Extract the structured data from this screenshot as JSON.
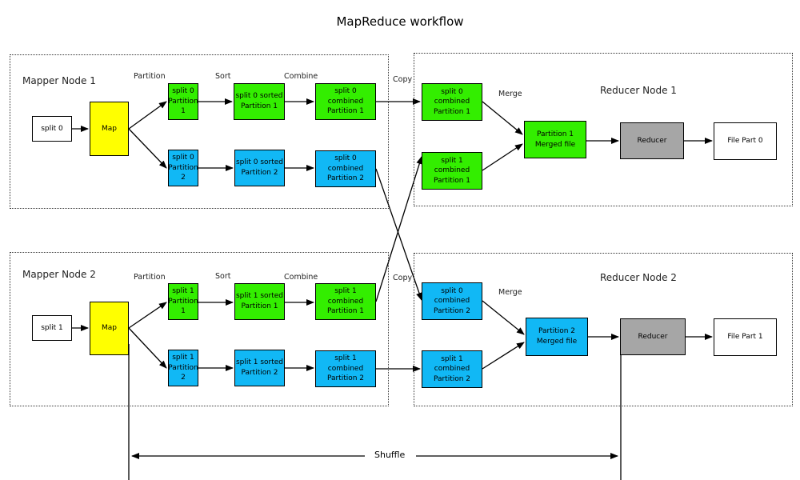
{
  "title": "MapReduce workflow",
  "colors": {
    "input": "#ffffff",
    "map": "#ffff00",
    "partition1": "#33ee00",
    "partition2": "#11b8f5",
    "reducer": "#a6a6a6",
    "output": "#ffffff"
  },
  "regions": {
    "mapper1": "Mapper Node 1",
    "mapper2": "Mapper Node 2",
    "reducer1": "Reducer Node 1",
    "reducer2": "Reducer Node 2"
  },
  "stages": {
    "partition": "Partition",
    "sort": "Sort",
    "combine": "Combine",
    "copy": "Copy",
    "merge": "Merge",
    "shuffle": "Shuffle"
  },
  "mapper1": {
    "split": "split 0",
    "map": "Map",
    "p1": "split 0\nPartition 1",
    "p2": "split 0\nPartition 2",
    "s1": "split 0 sorted\nPartition 1",
    "s2": "split 0 sorted\nPartition 2",
    "c1": "split 0 combined\nPartition 1",
    "c2": "split 0 combined\nPartition 2"
  },
  "mapper2": {
    "split": "split 1",
    "map": "Map",
    "p1": "split 1\nPartition 1",
    "p2": "split 1\nPartition 2",
    "s1": "split 1 sorted\nPartition 1",
    "s2": "split 1 sorted\nPartition 2",
    "c1": "split 1 combined\nPartition 1",
    "c2": "split 1 combined\nPartition 2"
  },
  "reducer1": {
    "in0": "split 0 combined\nPartition 1",
    "in1": "split 1 combined\nPartition 1",
    "merged": "Partition 1\nMerged file",
    "reducer": "Reducer",
    "output": "File Part 0"
  },
  "reducer2": {
    "in0": "split 0 combined\nPartition 2",
    "in1": "split 1 combined\nPartition 2",
    "merged": "Partition 2\nMerged file",
    "reducer": "Reducer",
    "output": "File Part 1"
  }
}
